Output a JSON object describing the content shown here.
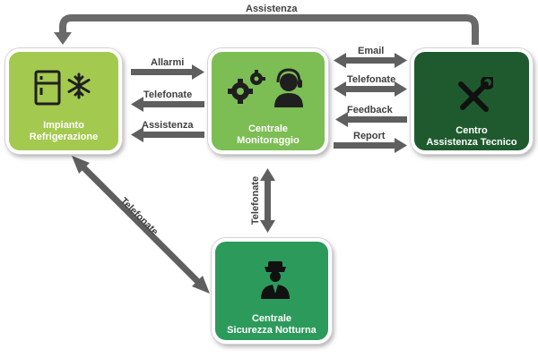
{
  "nodes": {
    "impianto": {
      "line1": "Impianto",
      "line2": "Refrigerazione",
      "color": "#a4c94f",
      "icons": [
        "fridge-icon",
        "snowflake-icon"
      ]
    },
    "centrale_monitoraggio": {
      "line1": "Centrale",
      "line2": "Monitoraggio",
      "color": "#7cbd54",
      "icons": [
        "gears-icon",
        "headset-operator-icon"
      ]
    },
    "centro_assistenza": {
      "line1": "Centro",
      "line2": "Assistenza Tecnico",
      "color": "#1f5a2f",
      "icons": [
        "tools-icon"
      ]
    },
    "centrale_sicurezza": {
      "line1": "Centrale",
      "line2": "Sicurezza Notturna",
      "color": "#2c9a5b",
      "icons": [
        "security-guard-icon"
      ]
    }
  },
  "edges": {
    "top_assistenza": "Assistenza",
    "allarmi": "Allarmi",
    "telefonate_left": "Telefonate",
    "assistenza_left": "Assistenza",
    "email": "Email",
    "telefonate_right": "Telefonate",
    "feedback": "Feedback",
    "report": "Report",
    "telefonate_vertical": "Telefonate",
    "telefonate_diagonal": "Telefonate"
  },
  "colors": {
    "arrow": "#5f5f5f",
    "label": "#3f3f3f"
  }
}
